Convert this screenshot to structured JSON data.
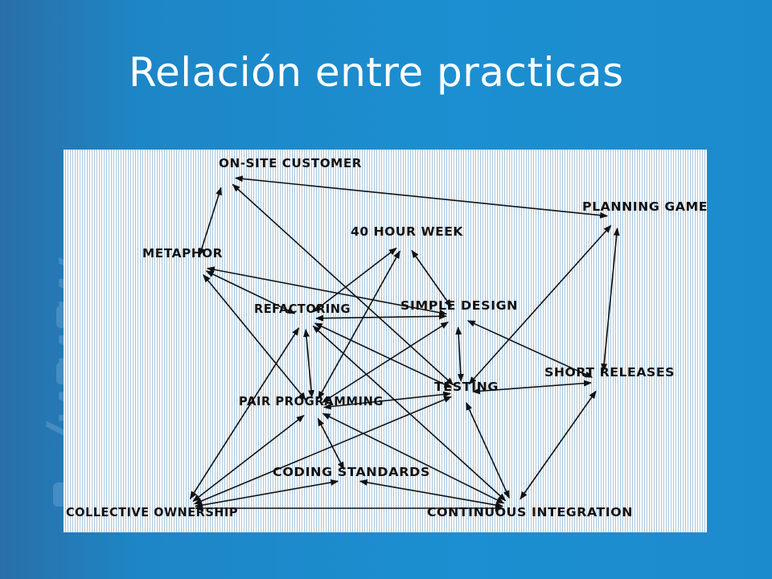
{
  "slide": {
    "title": "Relación entre practicas"
  },
  "diagram": {
    "nodes": [
      {
        "id": "onsite",
        "label": "ON-SITE CUSTOMER"
      },
      {
        "id": "planning",
        "label": "PLANNING GAME"
      },
      {
        "id": "hour40",
        "label": "40 HOUR WEEK"
      },
      {
        "id": "metaphor",
        "label": "METAPHOR"
      },
      {
        "id": "refactoring",
        "label": "REFACTORING"
      },
      {
        "id": "simple",
        "label": "SIMPLE DESIGN"
      },
      {
        "id": "short",
        "label": "SHORT RELEASES"
      },
      {
        "id": "testing",
        "label": "TESTING"
      },
      {
        "id": "pair",
        "label": "PAIR PROGRAMMING"
      },
      {
        "id": "coding",
        "label": "CODING STANDARDS"
      },
      {
        "id": "collective",
        "label": "COLLECTIVE OWNERSHIP"
      },
      {
        "id": "continuous",
        "label": "CONTINUOUS INTEGRATION"
      }
    ],
    "edges": [
      {
        "from": "onsite",
        "to": "planning"
      },
      {
        "from": "onsite",
        "to": "metaphor"
      },
      {
        "from": "onsite",
        "to": "testing"
      },
      {
        "from": "planning",
        "to": "testing"
      },
      {
        "from": "planning",
        "to": "short"
      },
      {
        "from": "hour40",
        "to": "refactoring"
      },
      {
        "from": "hour40",
        "to": "pair"
      },
      {
        "from": "hour40",
        "to": "simple"
      },
      {
        "from": "metaphor",
        "to": "simple"
      },
      {
        "from": "metaphor",
        "to": "refactoring"
      },
      {
        "from": "metaphor",
        "to": "pair"
      },
      {
        "from": "refactoring",
        "to": "simple"
      },
      {
        "from": "refactoring",
        "to": "pair"
      },
      {
        "from": "refactoring",
        "to": "testing"
      },
      {
        "from": "refactoring",
        "to": "collective"
      },
      {
        "from": "refactoring",
        "to": "continuous"
      },
      {
        "from": "simple",
        "to": "testing"
      },
      {
        "from": "simple",
        "to": "pair"
      },
      {
        "from": "simple",
        "to": "short"
      },
      {
        "from": "short",
        "to": "testing"
      },
      {
        "from": "short",
        "to": "continuous"
      },
      {
        "from": "testing",
        "to": "pair"
      },
      {
        "from": "testing",
        "to": "collective"
      },
      {
        "from": "testing",
        "to": "continuous"
      },
      {
        "from": "pair",
        "to": "coding"
      },
      {
        "from": "pair",
        "to": "collective"
      },
      {
        "from": "pair",
        "to": "continuous"
      },
      {
        "from": "coding",
        "to": "collective"
      },
      {
        "from": "coding",
        "to": "continuous"
      },
      {
        "from": "collective",
        "to": "continuous"
      }
    ]
  }
}
